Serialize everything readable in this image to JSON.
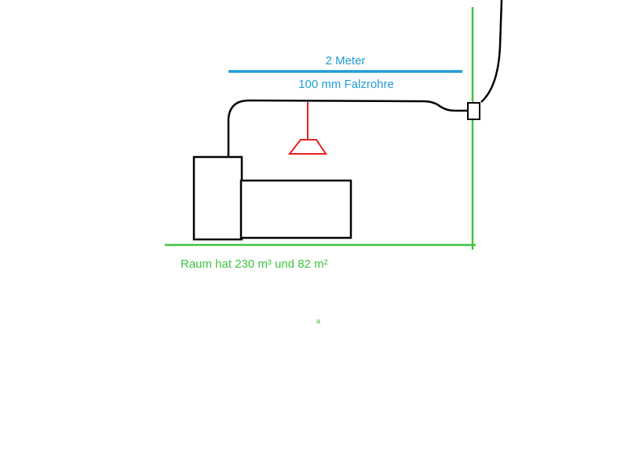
{
  "canvas": {
    "background": "#ffffff"
  },
  "labels": {
    "dimension": "2 Meter",
    "pipe_type": "100 mm Falzrohre",
    "room_info": "Raum hat 230 m³ und 82 m²",
    "stray_mark": "a"
  },
  "colors": {
    "blue": "#1f9cd9",
    "green": "#3fc43f",
    "red": "#e8201e",
    "black": "#000000"
  }
}
